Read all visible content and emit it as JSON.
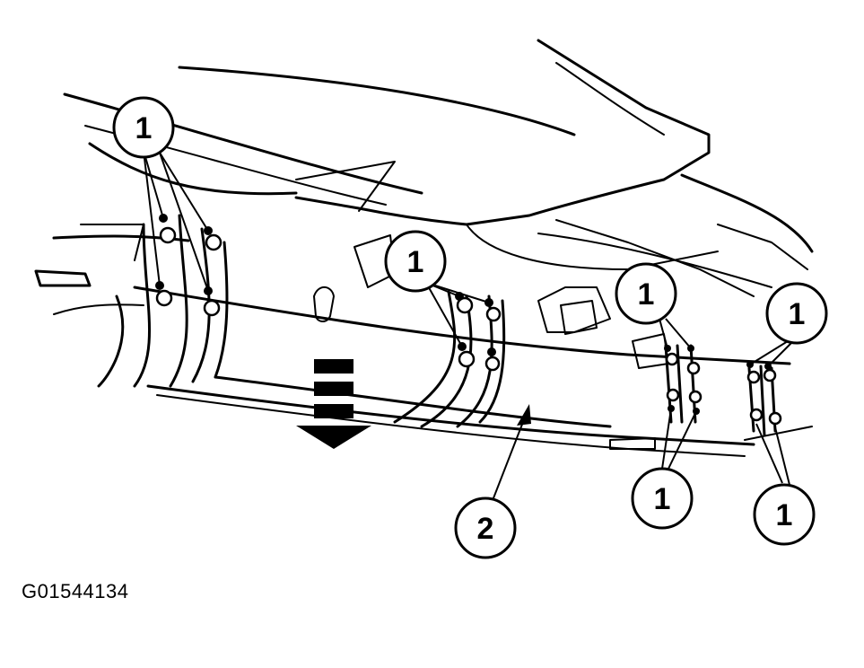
{
  "figure_id": "G01544134",
  "callouts": [
    {
      "id": "c1",
      "label": "1"
    },
    {
      "id": "c2",
      "label": "1"
    },
    {
      "id": "c3",
      "label": "1"
    },
    {
      "id": "c4",
      "label": "1"
    },
    {
      "id": "c5",
      "label": "1"
    },
    {
      "id": "c6",
      "label": "1"
    },
    {
      "id": "c7",
      "label": "2"
    }
  ],
  "direction_arrow": "down-arrow-icon"
}
